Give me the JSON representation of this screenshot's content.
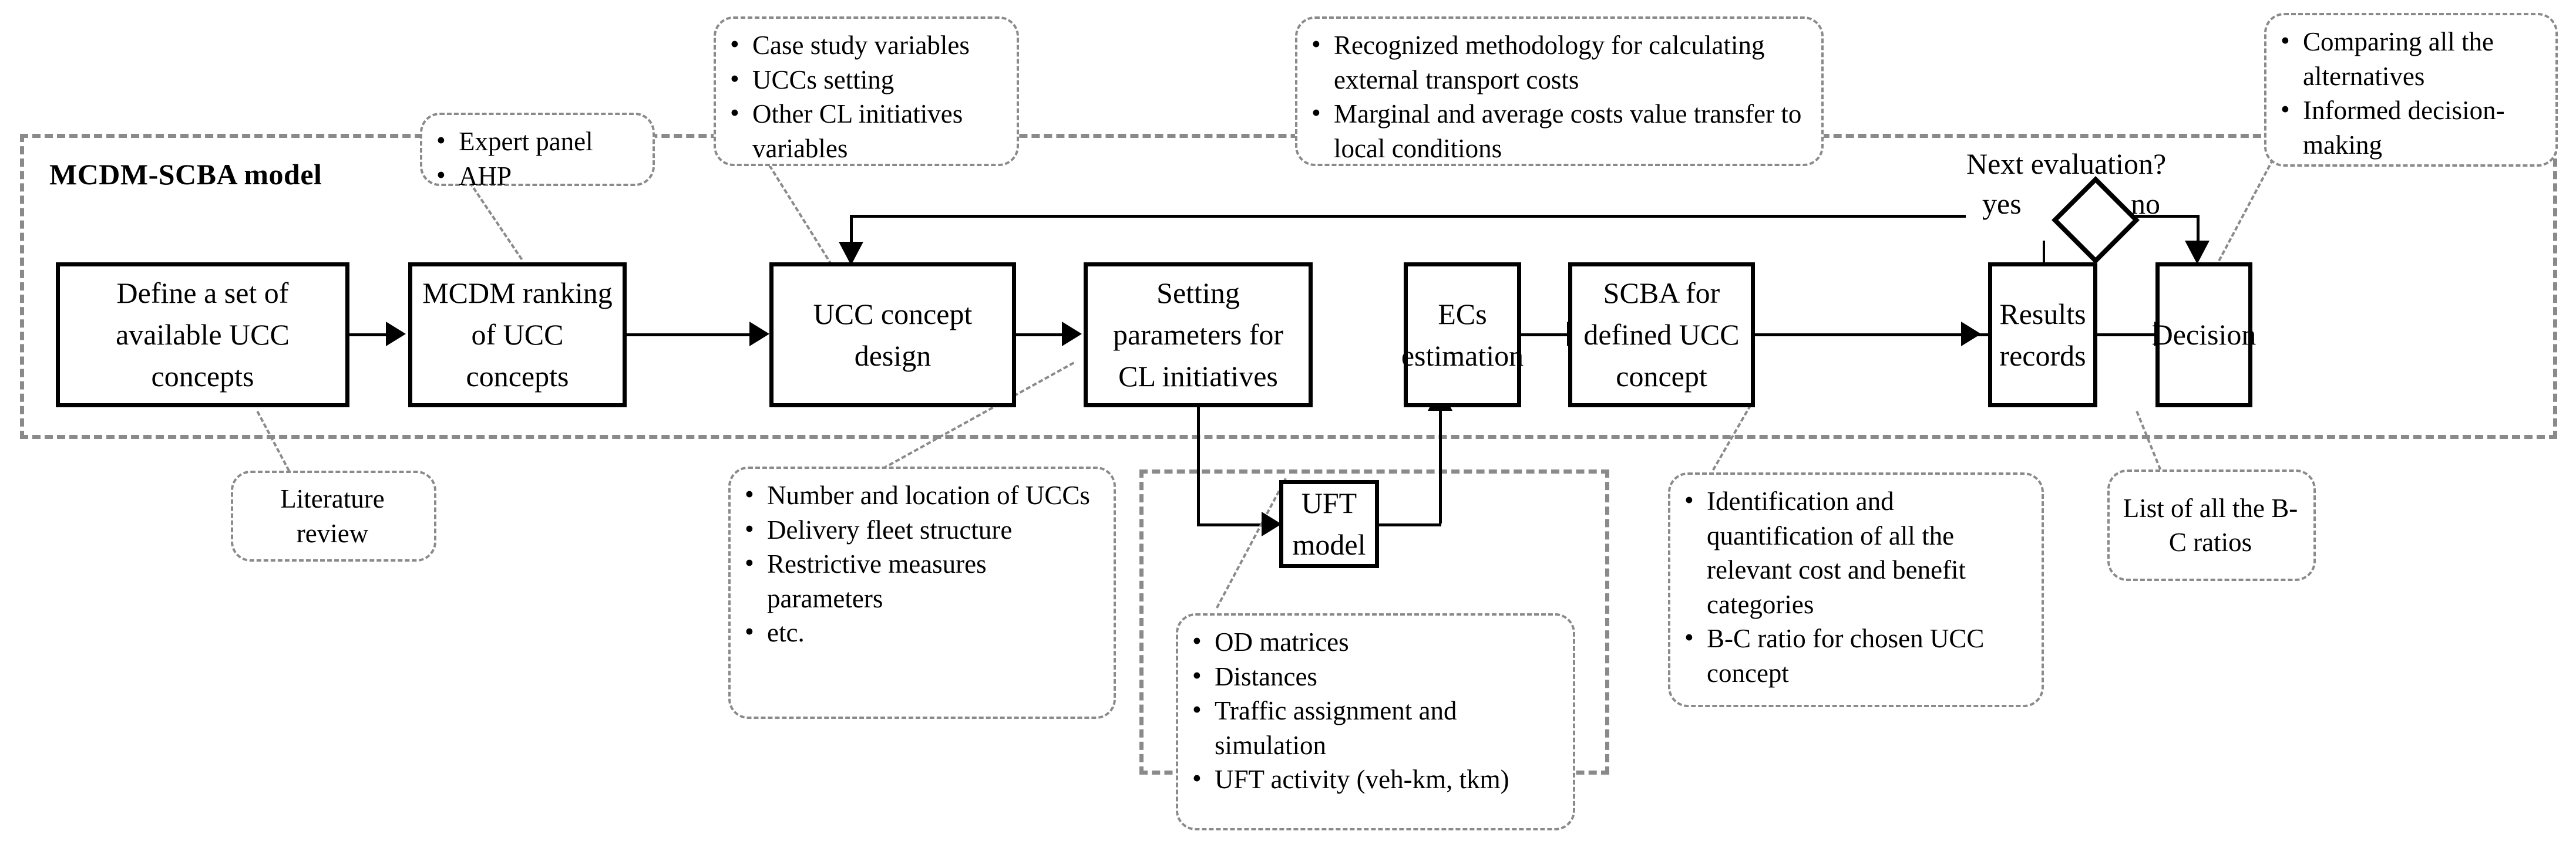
{
  "model": {
    "title": "MCDM-SCBA model"
  },
  "process_boxes": [
    {
      "id": "define-ucc-concepts",
      "label": "Define a set of available UCC concepts"
    },
    {
      "id": "mcdm-ranking",
      "label": "MCDM ranking of UCC concepts"
    },
    {
      "id": "ucc-concept-design",
      "label": "UCC concept design"
    },
    {
      "id": "setting-parameters",
      "label": "Setting parameters for CL initiatives"
    },
    {
      "id": "ecs-estimation",
      "label": "ECs estimation"
    },
    {
      "id": "scba-defined-ucc",
      "label": "SCBA for defined UCC concept"
    },
    {
      "id": "results-records",
      "label": "Results records"
    },
    {
      "id": "decision",
      "label": "Decision"
    },
    {
      "id": "uft-model",
      "label": "UFT model"
    }
  ],
  "decision_node": {
    "question": "Next evaluation?",
    "yes_label": "yes",
    "no_label": "no"
  },
  "callouts": {
    "expert_panel": {
      "items": [
        "Expert panel",
        "AHP"
      ]
    },
    "case_study": {
      "items": [
        "Case study variables",
        "UCCs setting",
        "Other CL initiatives variables"
      ]
    },
    "methodology": {
      "items": [
        "Recognized methodology for calculating external transport costs",
        "Marginal and average costs value transfer to local conditions"
      ]
    },
    "comparing": {
      "items": [
        "Comparing all the alternatives",
        "Informed decision-making"
      ]
    },
    "literature_review": {
      "text": "Literature review"
    },
    "parameters": {
      "items": [
        "Number and location of UCCs",
        "Delivery fleet structure",
        "Restrictive measures parameters",
        "etc."
      ]
    },
    "uft_inputs": {
      "items": [
        "OD matrices",
        "Distances",
        "Traffic assignment and simulation",
        "UFT activity (veh-km, tkm)"
      ]
    },
    "scba_outputs": {
      "items": [
        "Identification and quantification of all the relevant cost and benefit categories",
        "B-C ratio for chosen UCC concept"
      ]
    },
    "bc_ratios": {
      "text": "List of all the B-C ratios"
    }
  },
  "colors": {
    "line": "#000000",
    "dashed": "#8a8a8a",
    "background": "#ffffff"
  }
}
